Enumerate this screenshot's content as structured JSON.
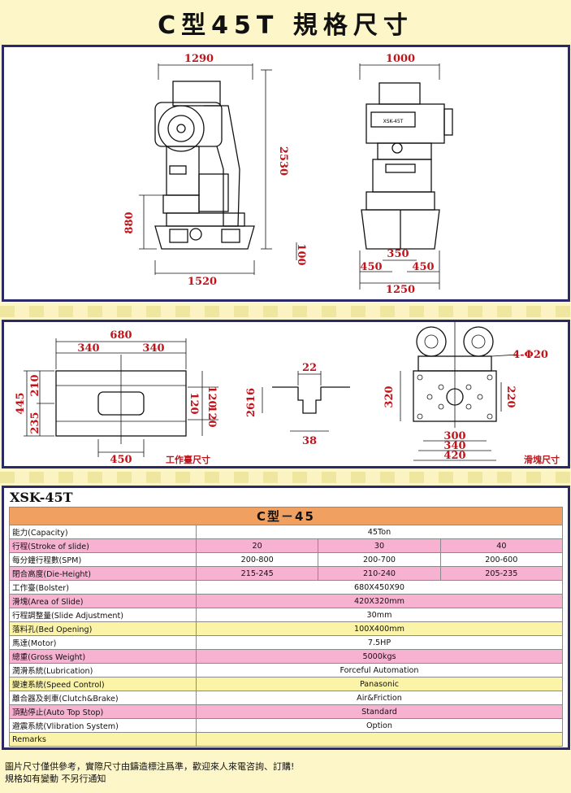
{
  "title": "C型45T 規格尺寸",
  "dimensions_side": {
    "top": "1290",
    "height": "2530",
    "bed": "880",
    "foot": "100",
    "base": "1520"
  },
  "dimensions_front": {
    "top": "1000",
    "mid": "350",
    "left": "450",
    "right": "450",
    "base": "1250",
    "plate": "XSK-45T"
  },
  "bolster": {
    "total": "680",
    "left": "340",
    "right": "340",
    "height": "445",
    "upper": "210",
    "lower": "235",
    "slot": "120",
    "slot2": "120",
    "slot3": "120",
    "bottom": "450",
    "caption": "工作臺尺寸"
  },
  "tslot": {
    "top": "22",
    "h1": "16",
    "h2": "26",
    "bottom": "38"
  },
  "slide": {
    "holes": "4-Φ20",
    "height": "320",
    "inner": "220",
    "w1": "300",
    "w2": "340",
    "w3": "420",
    "caption": "滑塊尺寸"
  },
  "table": {
    "model": "XSK-45T",
    "header": "C型－45",
    "rows": [
      {
        "label": "能力(Capacity)",
        "values": [
          "45Ton"
        ]
      },
      {
        "label": "行程(Stroke of slide)",
        "values": [
          "20",
          "30",
          "40"
        ]
      },
      {
        "label": "每分鐘行程數(SPM)",
        "values": [
          "200-800",
          "200-700",
          "200-600"
        ]
      },
      {
        "label": "閉合高度(Die-Height)",
        "values": [
          "215-245",
          "210-240",
          "205-235"
        ]
      },
      {
        "label": "工作臺(Bolster)",
        "values": [
          "680X450X90"
        ]
      },
      {
        "label": "滑塊(Area of Slide)",
        "values": [
          "420X320mm"
        ]
      },
      {
        "label": "行程調整量(Slide Adjustment)",
        "values": [
          "30mm"
        ]
      },
      {
        "label": "落料孔(Bed Opening)",
        "values": [
          "100X400mm"
        ]
      },
      {
        "label": "馬達(Motor)",
        "values": [
          "7.5HP"
        ]
      },
      {
        "label": "總重(Gross Weight)",
        "values": [
          "5000kgs"
        ]
      },
      {
        "label": "潤滑系統(Lubrication)",
        "values": [
          "Forceful Automation"
        ]
      },
      {
        "label": "變速系統(Speed Control)",
        "values": [
          "Panasonic"
        ]
      },
      {
        "label": "離合器及剎車(Clutch&Brake)",
        "values": [
          "Air&Friction"
        ]
      },
      {
        "label": "頂點停止(Auto Top Stop)",
        "values": [
          "Standard"
        ]
      },
      {
        "label": "避震系統(Vlibration System)",
        "values": [
          "Option"
        ]
      },
      {
        "label": "Remarks",
        "values": [
          ""
        ]
      }
    ]
  },
  "notes": {
    "line1": "圖片尺寸僅供參考，實際尺寸由鑄造標注爲準，歡迎來人來電咨詢、訂購!",
    "line2": "規格如有變動  不另行通知"
  },
  "colors": {
    "accent_red": "#c0131a",
    "panel_border": "#2a2a6a",
    "header": "#f0a060",
    "pink": "#f7b2d2",
    "yellow": "#fbf3a8",
    "background": "#fdf6c8"
  }
}
